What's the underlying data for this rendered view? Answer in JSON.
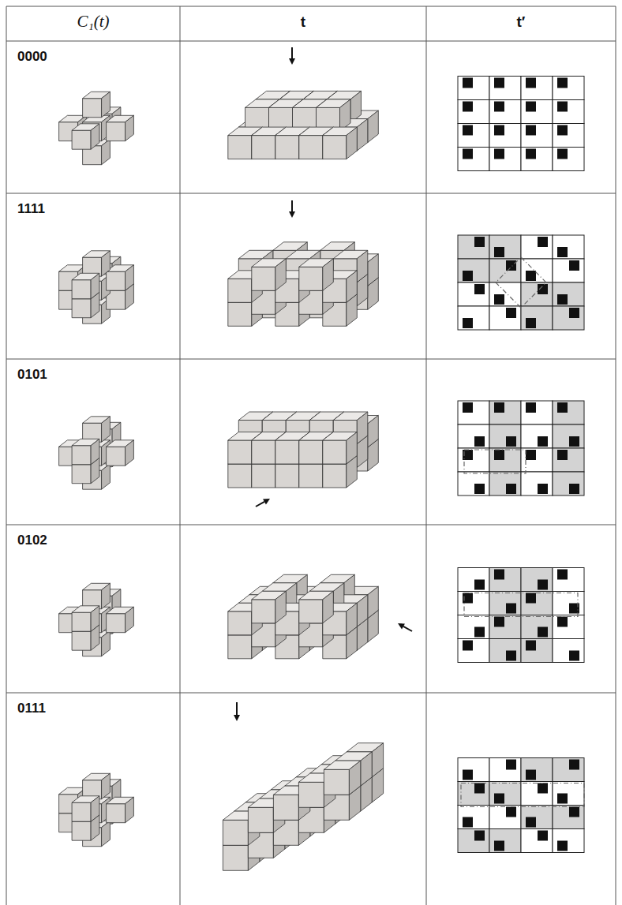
{
  "diagram": {
    "labels": [
      "C₁(t)",
      "t",
      "t′",
      "0000",
      "1111",
      "0101",
      "0102",
      "0111"
    ]
  }
}
